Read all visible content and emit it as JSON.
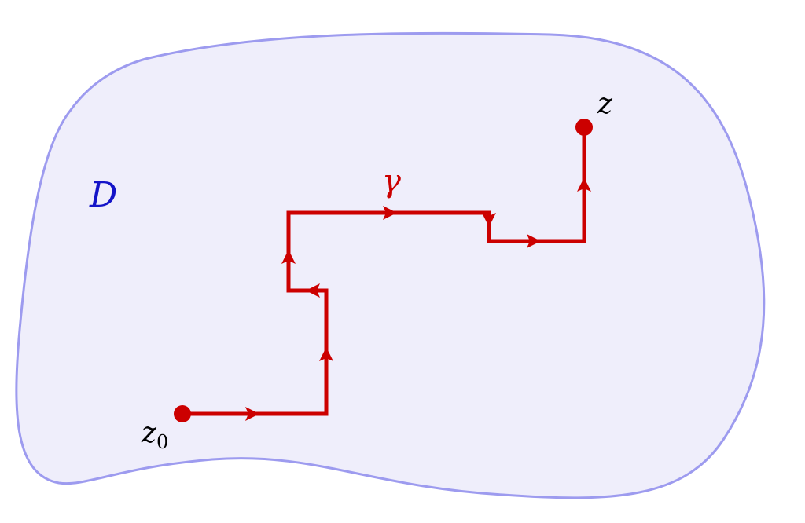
{
  "region": {
    "label": "D",
    "fill_color": "#efeefb",
    "stroke_color": "#9d9bef",
    "label_color": "#1414c8"
  },
  "path": {
    "label": "γ",
    "color": "#cc0000"
  },
  "start_point": {
    "label": "z",
    "subscript": "0"
  },
  "end_point": {
    "label": "z"
  }
}
